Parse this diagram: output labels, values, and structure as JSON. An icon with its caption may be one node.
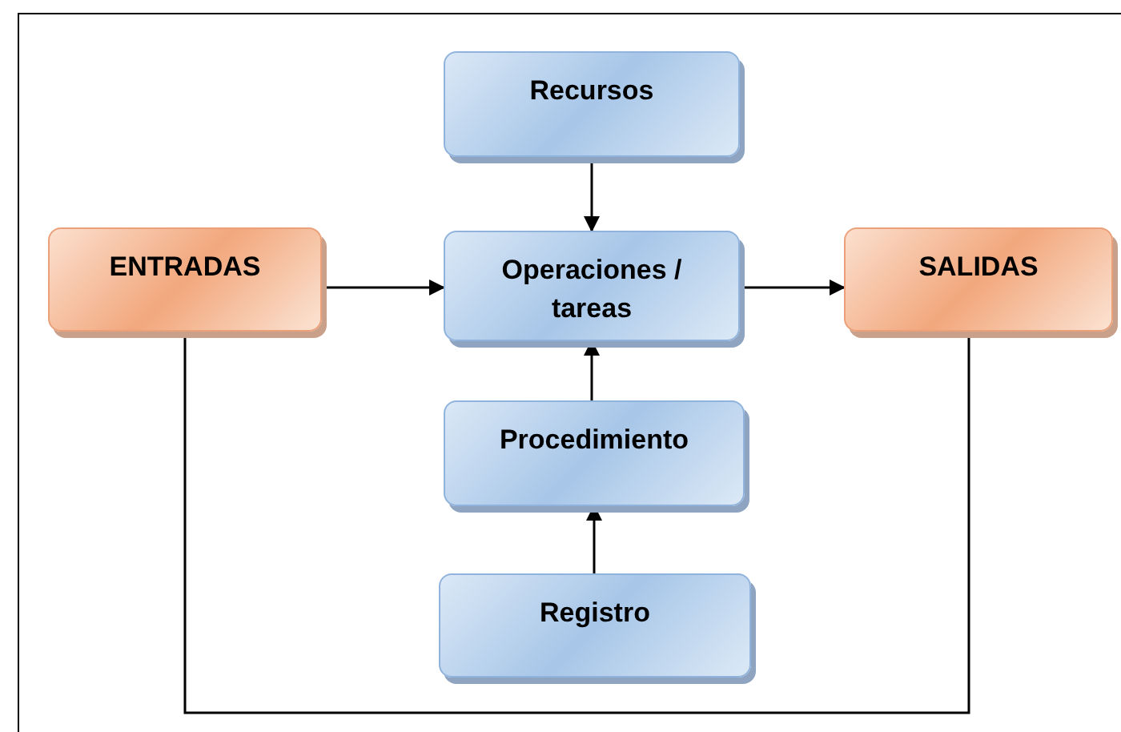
{
  "diagram": {
    "nodes": [
      {
        "text": [
          "Recursos"
        ]
      },
      {
        "text": [
          "ENTRADAS"
        ]
      },
      {
        "text": [
          "Operaciones / tareas"
        ]
      },
      {
        "text": [
          "SALIDAS"
        ]
      },
      {
        "text": [
          "Procedimiento"
        ]
      },
      {
        "text": [
          "Registro"
        ]
      }
    ],
    "edges": [
      {
        "from": 0,
        "to": 2,
        "arrow": "to"
      },
      {
        "from": 1,
        "to": 2,
        "arrow": "to"
      },
      {
        "from": 2,
        "to": 3,
        "arrow": "to"
      },
      {
        "from": 4,
        "to": 2,
        "arrow": "to"
      },
      {
        "from": 5,
        "to": 4,
        "arrow": "to"
      },
      {
        "from": 1,
        "to": 3,
        "arrow": "none"
      }
    ]
  }
}
